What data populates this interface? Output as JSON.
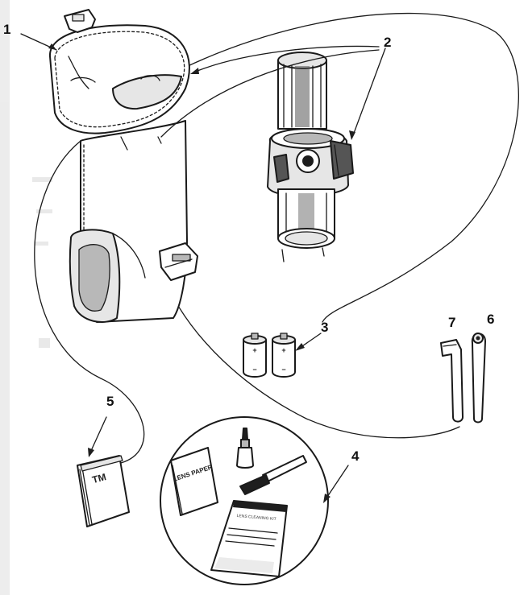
{
  "callouts": {
    "c1": "1",
    "c2": "2",
    "c3": "3",
    "c4": "4",
    "c5": "5",
    "c6": "6",
    "c7": "7"
  },
  "items": {
    "lens_paper": "LENS PAPER",
    "booklet": "TM",
    "cleaning_kit_title": "LENS CLEANING KIT",
    "battery_polarity_plus": "+",
    "battery_polarity_minus": "−"
  }
}
